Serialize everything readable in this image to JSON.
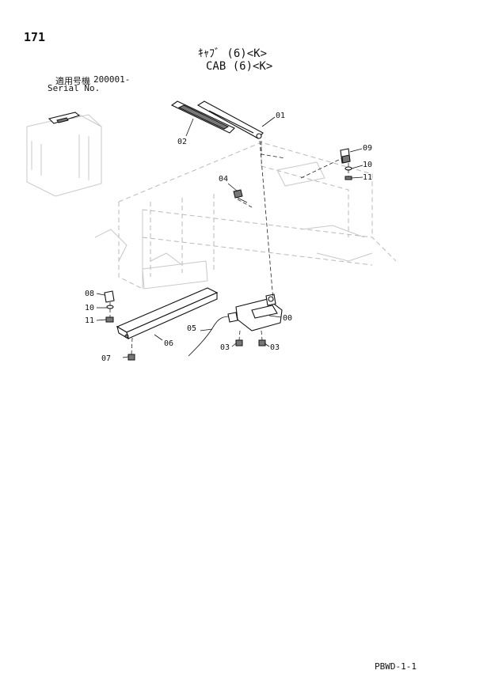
{
  "page_number": "171",
  "title_jp": "ｷｬﾌﾞ (6)<K>",
  "title_en": "CAB (6)<K>",
  "serial": {
    "label_jp": "適用号機",
    "value": "200001-",
    "label_en": "Serial No."
  },
  "callouts": [
    "01",
    "02",
    "09",
    "10",
    "11",
    "04",
    "08",
    "10",
    "11",
    "06",
    "05",
    "00",
    "03",
    "03",
    "07"
  ],
  "footer_code": "PBWD-1-1"
}
